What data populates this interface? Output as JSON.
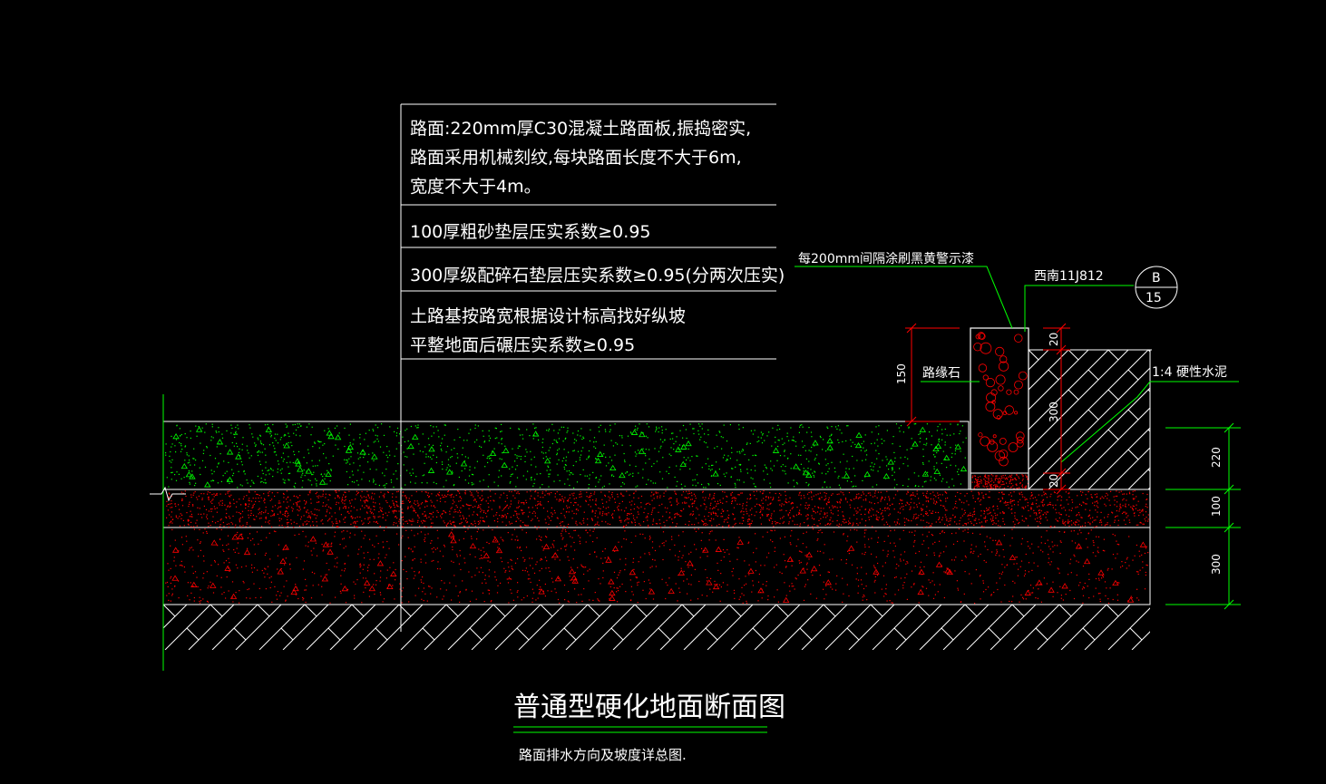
{
  "title": "普通型硬化地面断面图",
  "subtitle": "路面排水方向及坡度详总图.",
  "notes": {
    "layer1": [
      "路面:220mm厚C30混凝土路面板,振捣密实,",
      "路面采用机械刻纹,每块路面长度不大于6m,",
      "宽度不大于4m。"
    ],
    "layer2": "100厚粗砂垫层压实系数≥0.95",
    "layer3": "300厚级配碎石垫层压实系数≥0.95(分两次压实)",
    "layer4": [
      "土路基按路宽根据设计标高找好纵坡",
      "平整地面后碾压实系数≥0.95"
    ]
  },
  "curb": {
    "stripe_note": "每200mm间隔涂刷黑黄警示漆",
    "ref_code": "西南11J812",
    "detail_top": "B",
    "detail_bottom": "15",
    "stone_label": "路缘石",
    "mortar_label": "1:4 硬性水泥"
  },
  "dims": {
    "curb_exposed": "150",
    "curb_top": "20",
    "curb_height": "300",
    "curb_bottom": "20",
    "concrete": "220",
    "sand": "100",
    "gravel": "300"
  },
  "colors": {
    "background": "#000000",
    "linework": "#ffffff",
    "leader": "#00ff00",
    "concrete_hatch": "#00ff00",
    "sand_gravel_hatch": "#ff0000",
    "dimension": "#ff0000"
  }
}
